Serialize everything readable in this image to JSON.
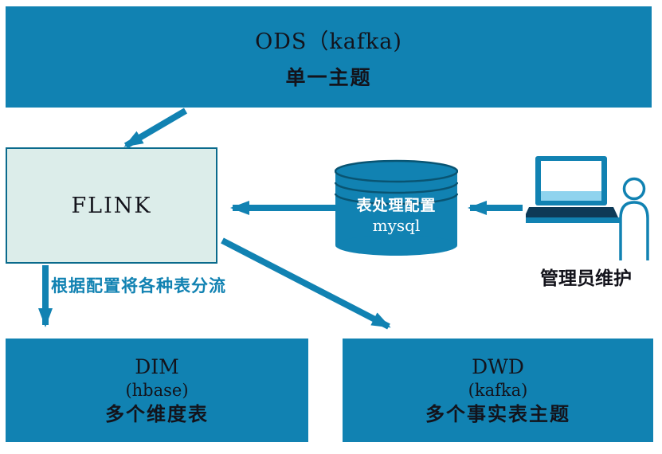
{
  "diagram": {
    "ods": {
      "title": "ODS（kafka)",
      "subtitle": "单一主题"
    },
    "flink": {
      "label": "FLINK"
    },
    "mysql_db": {
      "line1": "表处理配置",
      "line2": "mysql"
    },
    "admin": {
      "label": "管理员维护"
    },
    "split_note": "根据配置将各种表分流",
    "dim": {
      "title": "DIM",
      "subtitle": "(hbase)",
      "desc": "多个维度表"
    },
    "dwd": {
      "title": "DWD",
      "subtitle": "(kafka)",
      "desc": "多个事实表主题"
    },
    "colors": {
      "teal": "#1182B2",
      "flink_bg": "#DCEDEA",
      "flink_border": "#0A6A8C",
      "dark_text": "#13131B",
      "cyl_ring": "#095472",
      "laptop_dark": "#0E3A57",
      "screen_band": "#8FD3EE",
      "db_text": "#FFFFFF"
    }
  }
}
